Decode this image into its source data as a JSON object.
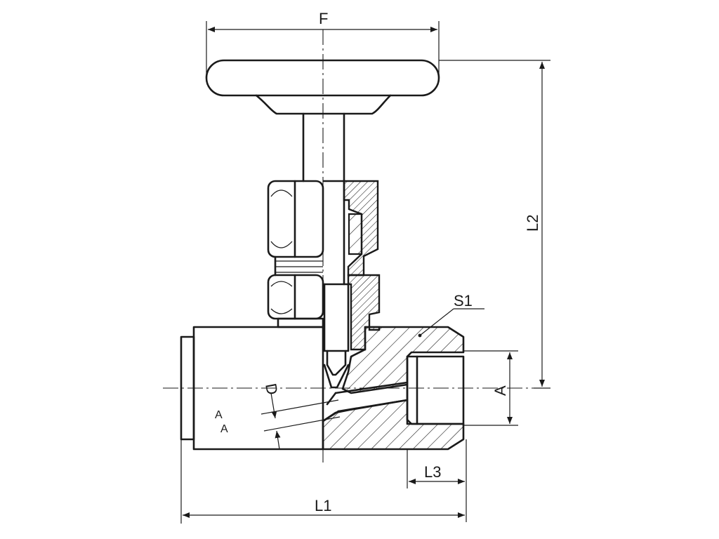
{
  "drawing": {
    "subject": "needle valve",
    "line_color": "#1a1a1a",
    "background": "#ffffff"
  },
  "labels": {
    "F": "F",
    "L2": "L2",
    "S1": "S1",
    "A": "A",
    "D": "D",
    "L3": "L3",
    "L1": "L1",
    "AA_top": "A",
    "AA_bottom": "A"
  }
}
